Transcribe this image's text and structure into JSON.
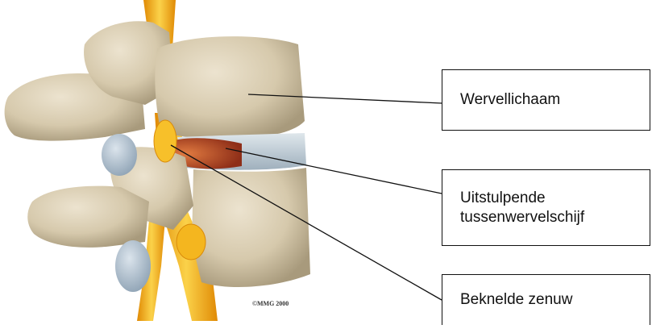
{
  "labels": {
    "vertebral_body": "Wervellichaam",
    "bulging_disc_line1": "Uitstulpende",
    "bulging_disc_line2": "tussenwervelschijf",
    "pinched_nerve": "Beknelde zenuw"
  },
  "copyright": "©MMG 2000",
  "colors": {
    "bone": "#d6c9ac",
    "bone_shadow": "#a89a7c",
    "nerve": "#f2b318",
    "disc": "#c0cdd6",
    "herniation": "#b8482a",
    "leader_line": "#111111"
  }
}
